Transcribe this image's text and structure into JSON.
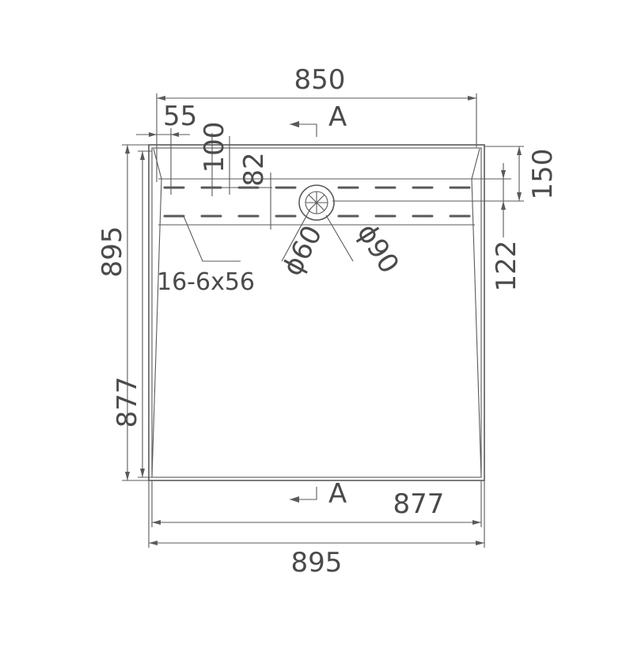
{
  "dimensions": {
    "top_width": "850",
    "offset_left": "55",
    "offset_100": "100",
    "offset_82": "82",
    "right_150": "150",
    "right_122": "122",
    "left_outer": "895",
    "left_inner": "877",
    "bottom_inner": "877",
    "bottom_outer": "895",
    "slots": "16-6x56",
    "dia_60": "ϕ60",
    "dia_90": "ϕ90"
  },
  "section_marks": {
    "top": "A",
    "bottom": "A"
  }
}
